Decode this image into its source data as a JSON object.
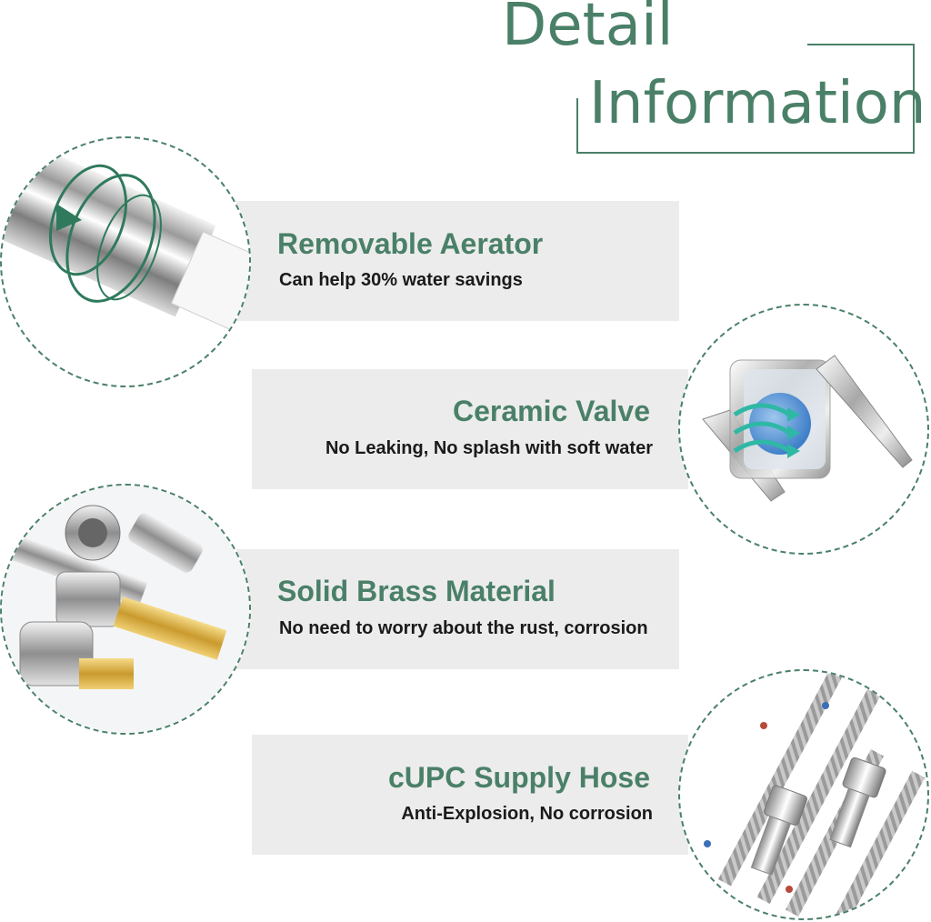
{
  "header": {
    "line1": "Detail",
    "line2": "Information"
  },
  "features": [
    {
      "title": "Removable Aerator",
      "desc": "Can help 30% water savings",
      "image": "aerator-photo"
    },
    {
      "title": "Ceramic Valve",
      "desc": "No Leaking, No splash with soft water",
      "image": "ceramic-valve-photo"
    },
    {
      "title": "Solid Brass Material",
      "desc": "No need to worry about the rust, corrosion",
      "image": "brass-fittings-photo"
    },
    {
      "title": "cUPC Supply Hose",
      "desc": "Anti-Explosion, No corrosion",
      "image": "supply-hose-photo"
    }
  ],
  "colors": {
    "accent": "#4a8068",
    "panel": "#ececec",
    "text": "#1a1a1a"
  }
}
